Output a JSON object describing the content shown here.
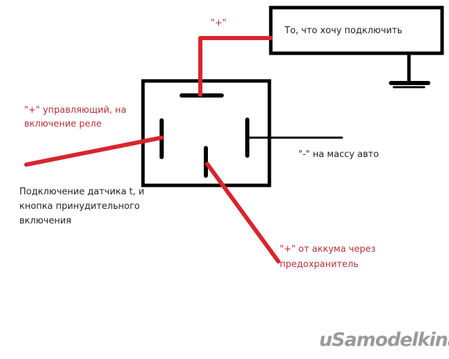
{
  "labels": {
    "plus_top": "\"+\"",
    "device": "То, что хочу подключить",
    "control_line1": "\"+\" управляющий, на",
    "control_line2": "включение реле",
    "sensor_line1": "Подключение датчика t, и",
    "sensor_line2": "кнопка принудительного",
    "sensor_line3": "включения",
    "ground": "\"-\" на массу авто",
    "battery_line1": "\"+\" от аккума через",
    "battery_line2": "предохранитель"
  },
  "watermark": "uSamodelkina.ru",
  "colors": {
    "wire_positive": "#d9252d",
    "wire_other": "#000000",
    "label_red": "#b5303a"
  }
}
